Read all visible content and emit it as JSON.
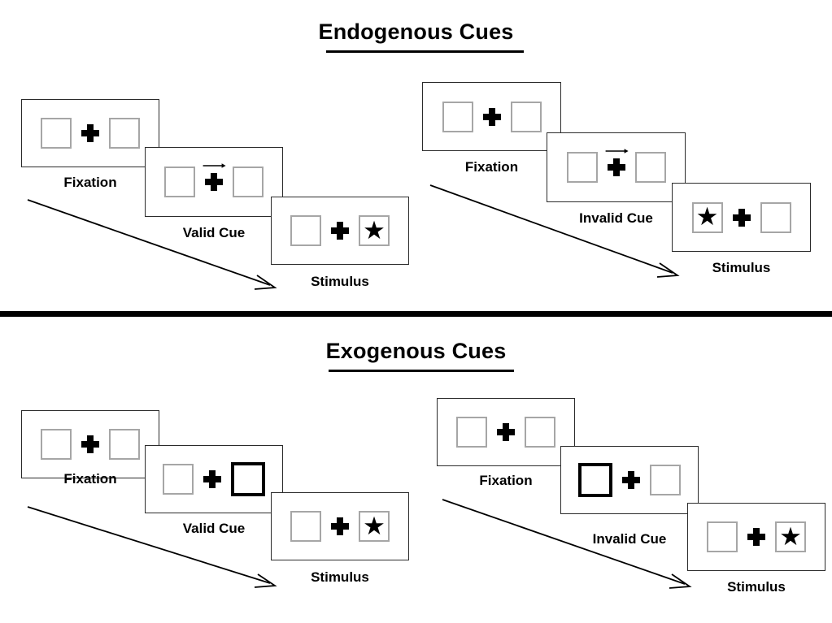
{
  "figure": {
    "title_endogenous": "Endogenous Cues",
    "title_exogenous": "Exogenous Cues",
    "colors": {
      "ink": "#000000",
      "panel_border": "#2b2b2b",
      "box_border": "#a6a6a6",
      "cued_box_border": "#000000",
      "background": "#ffffff"
    }
  },
  "captions": {
    "fixation": "Fixation",
    "valid_cue": "Valid Cue",
    "invalid_cue": "Invalid Cue",
    "stimulus": "Stimulus"
  },
  "glyphs": {
    "star": "★",
    "fixation_cross": "plus-icon",
    "directional_cue": "right-arrow-icon",
    "flow": "diagonal-arrow-icon"
  },
  "sequences": [
    {
      "id": "endogenous-valid",
      "section": "Endogenous Cues",
      "cue_type": "endogenous",
      "validity": "valid",
      "frames": [
        {
          "caption": "Fixation",
          "left_box": "empty",
          "right_box": "empty",
          "center": "plus"
        },
        {
          "caption": "Valid Cue",
          "left_box": "empty",
          "right_box": "empty",
          "center": "plus-with-right-arrow"
        },
        {
          "caption": "Stimulus",
          "left_box": "empty",
          "right_box": "star",
          "center": "plus"
        }
      ]
    },
    {
      "id": "endogenous-invalid",
      "section": "Endogenous Cues",
      "cue_type": "endogenous",
      "validity": "invalid",
      "frames": [
        {
          "caption": "Fixation",
          "left_box": "empty",
          "right_box": "empty",
          "center": "plus"
        },
        {
          "caption": "Invalid Cue",
          "left_box": "empty",
          "right_box": "empty",
          "center": "plus-with-right-arrow"
        },
        {
          "caption": "Stimulus",
          "left_box": "star",
          "right_box": "empty",
          "center": "plus"
        }
      ]
    },
    {
      "id": "exogenous-valid",
      "section": "Exogenous Cues",
      "cue_type": "exogenous",
      "validity": "valid",
      "frames": [
        {
          "caption": "Fixation",
          "left_box": "empty",
          "right_box": "empty",
          "center": "plus"
        },
        {
          "caption": "Valid Cue",
          "left_box": "empty",
          "right_box": "cued",
          "center": "plus"
        },
        {
          "caption": "Stimulus",
          "left_box": "empty",
          "right_box": "star",
          "center": "plus"
        }
      ]
    },
    {
      "id": "exogenous-invalid",
      "section": "Exogenous Cues",
      "cue_type": "exogenous",
      "validity": "invalid",
      "frames": [
        {
          "caption": "Fixation",
          "left_box": "empty",
          "right_box": "empty",
          "center": "plus"
        },
        {
          "caption": "Invalid Cue",
          "left_box": "cued",
          "right_box": "empty",
          "center": "plus"
        },
        {
          "caption": "Stimulus",
          "left_box": "empty",
          "right_box": "star",
          "center": "plus"
        }
      ]
    }
  ]
}
